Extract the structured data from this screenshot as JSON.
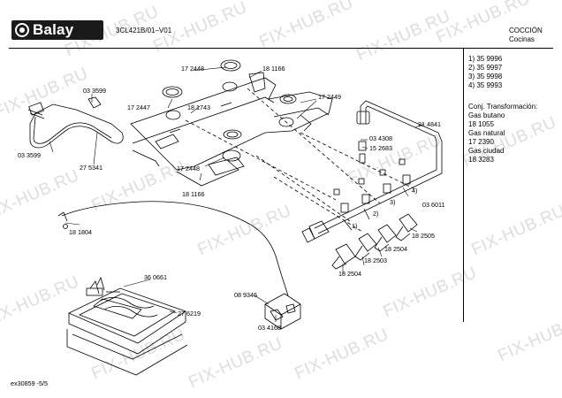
{
  "header": {
    "brand": "Balay",
    "model_code": "3CL421B/01–V01",
    "category": "COCCIÓN",
    "subcategory": "Cocinas"
  },
  "legend": {
    "numbered": [
      "1) 35 9996",
      "2) 35 9997",
      "3) 35 9998",
      "4) 35 9993"
    ],
    "conversion_title": "Conj. Transformación:",
    "conversion": [
      "Gas butano",
      "18 1055",
      "Gas natural",
      "17 2390",
      "Gas ciudad",
      "18 3283"
    ]
  },
  "parts": {
    "p172448a": "17 2448",
    "p181166a": "18 1166",
    "p172447": "17 2447",
    "p181743": "18 1743",
    "p172449": "17 2449",
    "p033599a": "03 3599",
    "p033599b": "03 3599",
    "p275341": "27 5341",
    "p214841": "21 4841",
    "p034308": "03 4308",
    "p152683": "15 2683",
    "p172448b": "17 2448",
    "p181166b": "18 1166",
    "p036011": "03 6011",
    "p182505": "18 2505",
    "p182504a": "18 2504",
    "p182503": "18 2503",
    "p182504b": "18 2504",
    "p181804": "18 1804",
    "p360661": "36 0661",
    "p089346": "08 9346",
    "p276219": "27 6219",
    "p034168": "03 4168"
  },
  "callouts": [
    "1)",
    "2)",
    "3)",
    "4)"
  ],
  "footer": {
    "page_ref": "ex30859  -5/5"
  },
  "watermark": "FIX-HUB.RU"
}
